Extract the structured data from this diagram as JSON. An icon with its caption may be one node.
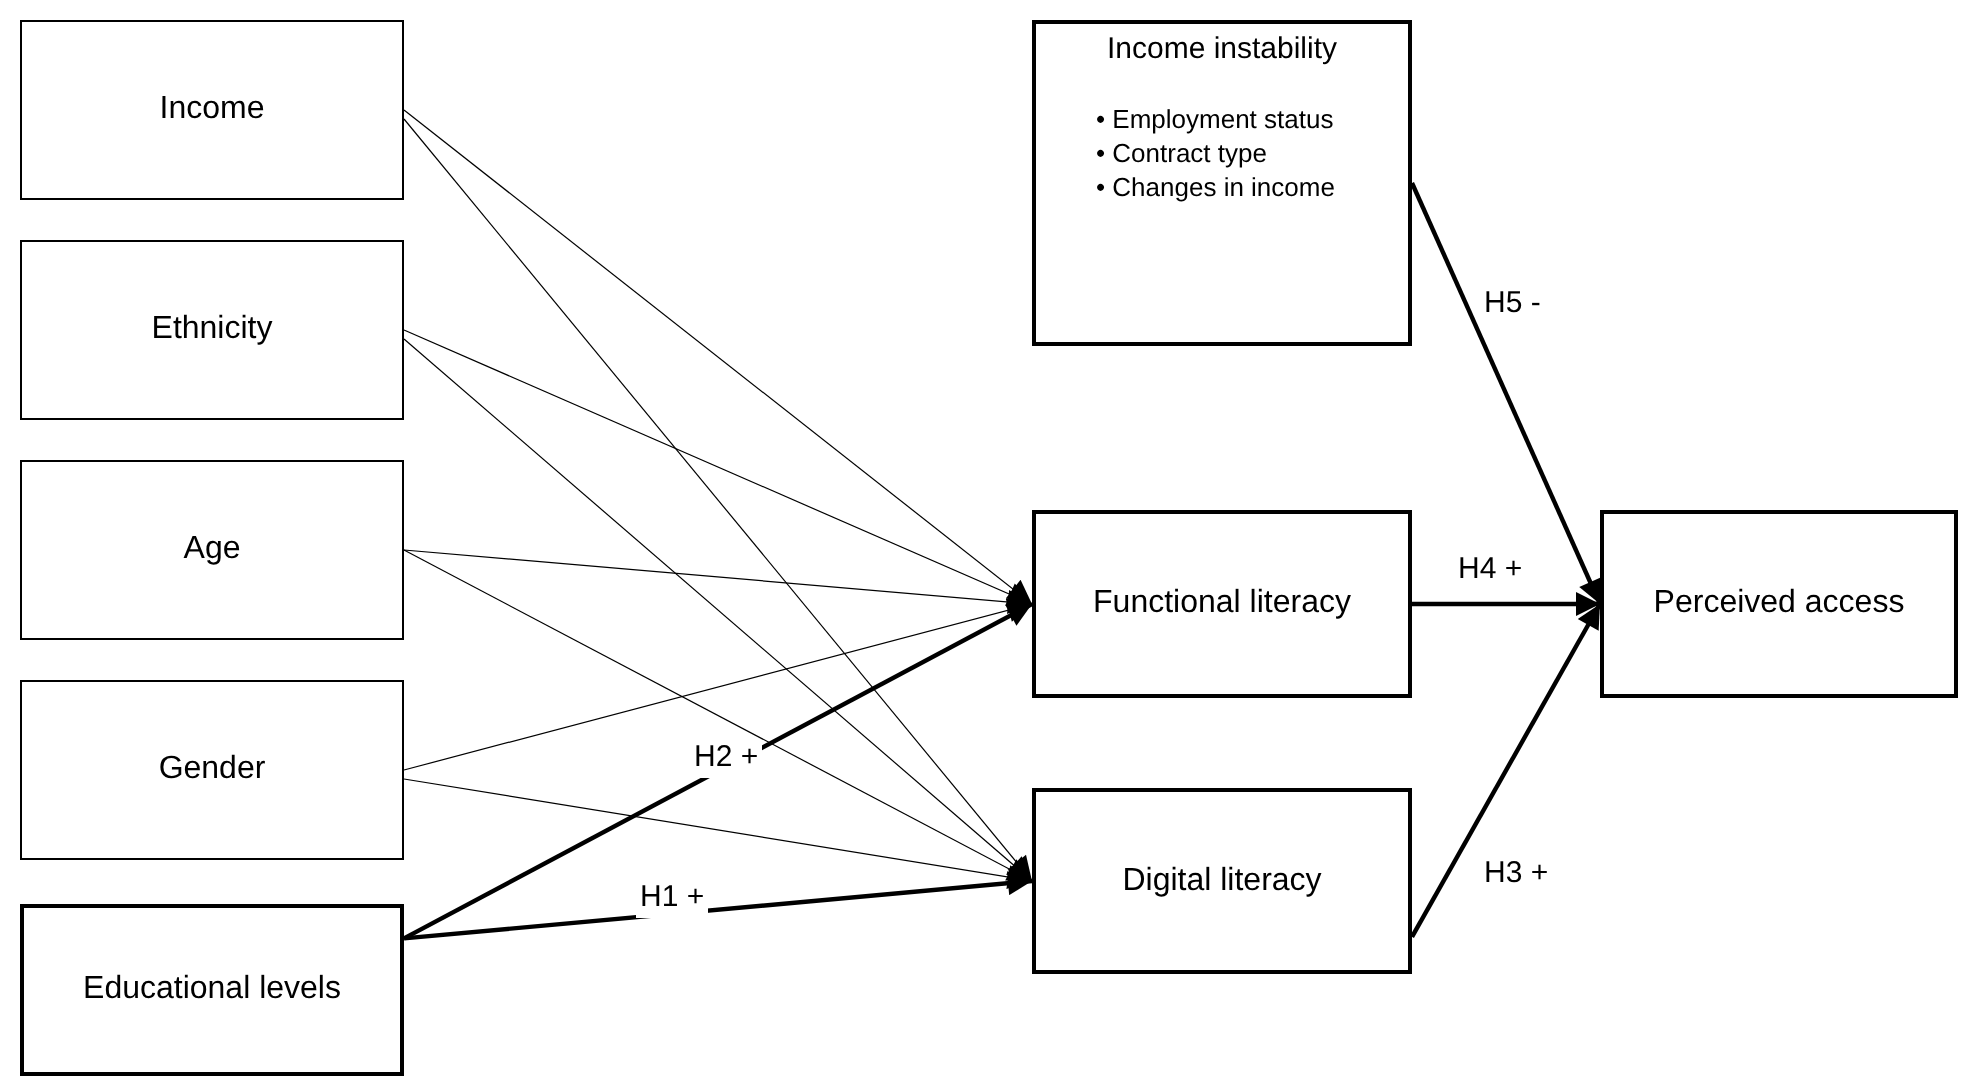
{
  "diagram": {
    "nodes": [
      {
        "text": [
          "Income"
        ]
      },
      {
        "text": [
          "Ethnicity"
        ]
      },
      {
        "text": [
          "Age"
        ]
      },
      {
        "text": [
          "Gender"
        ]
      },
      {
        "text": [
          "Educational levels"
        ]
      },
      {
        "text": [
          "Income instability",
          "• Employment status",
          "• Contract type",
          "• Changes in income"
        ]
      },
      {
        "text": [
          "Functional literacy"
        ]
      },
      {
        "text": [
          "Digital literacy"
        ]
      },
      {
        "text": [
          "Perceived access"
        ]
      }
    ],
    "edges": [
      {
        "from": 0,
        "to": 6,
        "arrow": "to"
      },
      {
        "from": 0,
        "to": 7,
        "arrow": "to"
      },
      {
        "from": 1,
        "to": 6,
        "arrow": "to"
      },
      {
        "from": 1,
        "to": 7,
        "arrow": "to"
      },
      {
        "from": 2,
        "to": 6,
        "arrow": "to"
      },
      {
        "from": 2,
        "to": 7,
        "arrow": "to"
      },
      {
        "from": 3,
        "to": 6,
        "arrow": "to"
      },
      {
        "from": 3,
        "to": 7,
        "arrow": "to"
      },
      {
        "from": 4,
        "to": 6,
        "arrow": "to",
        "label": "H2 +",
        "style": "thick"
      },
      {
        "from": 4,
        "to": 7,
        "arrow": "to",
        "label": "H1 +",
        "style": "thick"
      },
      {
        "from": 5,
        "to": 8,
        "arrow": "to",
        "label": "H5 -",
        "style": "thick"
      },
      {
        "from": 6,
        "to": 8,
        "arrow": "to",
        "label": "H4 +",
        "style": "thick"
      },
      {
        "from": 7,
        "to": 8,
        "arrow": "to",
        "label": "H3 +",
        "style": "thick"
      }
    ]
  }
}
